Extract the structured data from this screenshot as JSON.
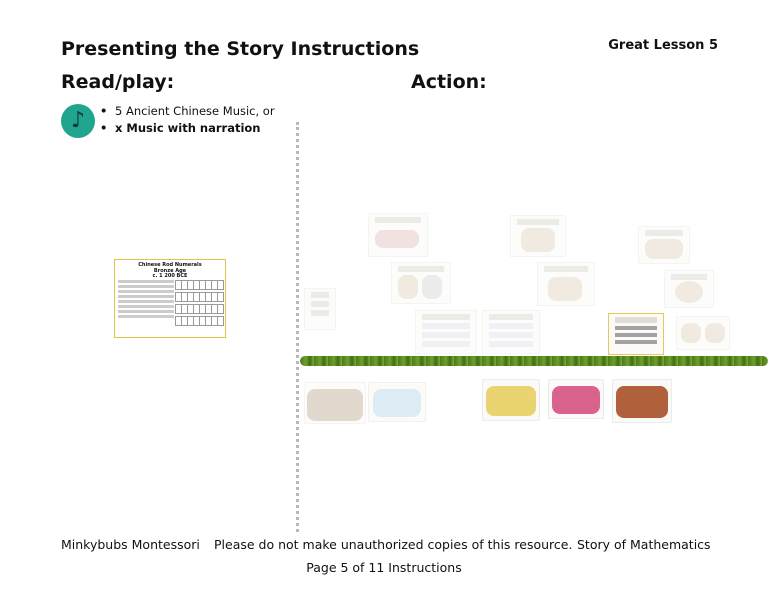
{
  "header": {
    "title": "Presenting the Story Instructions",
    "lesson": "Great Lesson 5",
    "read_play_heading": "Read/play:",
    "action_heading": "Action:"
  },
  "read_play": {
    "icon": "music-note-icon",
    "bullets": [
      "5 Ancient Chinese Music, or",
      "x Music with narration"
    ]
  },
  "rod_numerals_card": {
    "title": "Chinese Rod Numerals",
    "subtitle": "Bronze Age",
    "date": "c. 1 200 BCE"
  },
  "footer": {
    "author": "Minkybubs Montessori",
    "notice": "Please do not make unauthorized copies of this resource.",
    "series": "Story of Mathematics",
    "page": "Page 5 of 11 Instructions"
  },
  "colors": {
    "note_circle": "#21a58e",
    "divider": "#b8b8b8",
    "vine": "#5b8d22",
    "card_border": "#e4c34a"
  }
}
